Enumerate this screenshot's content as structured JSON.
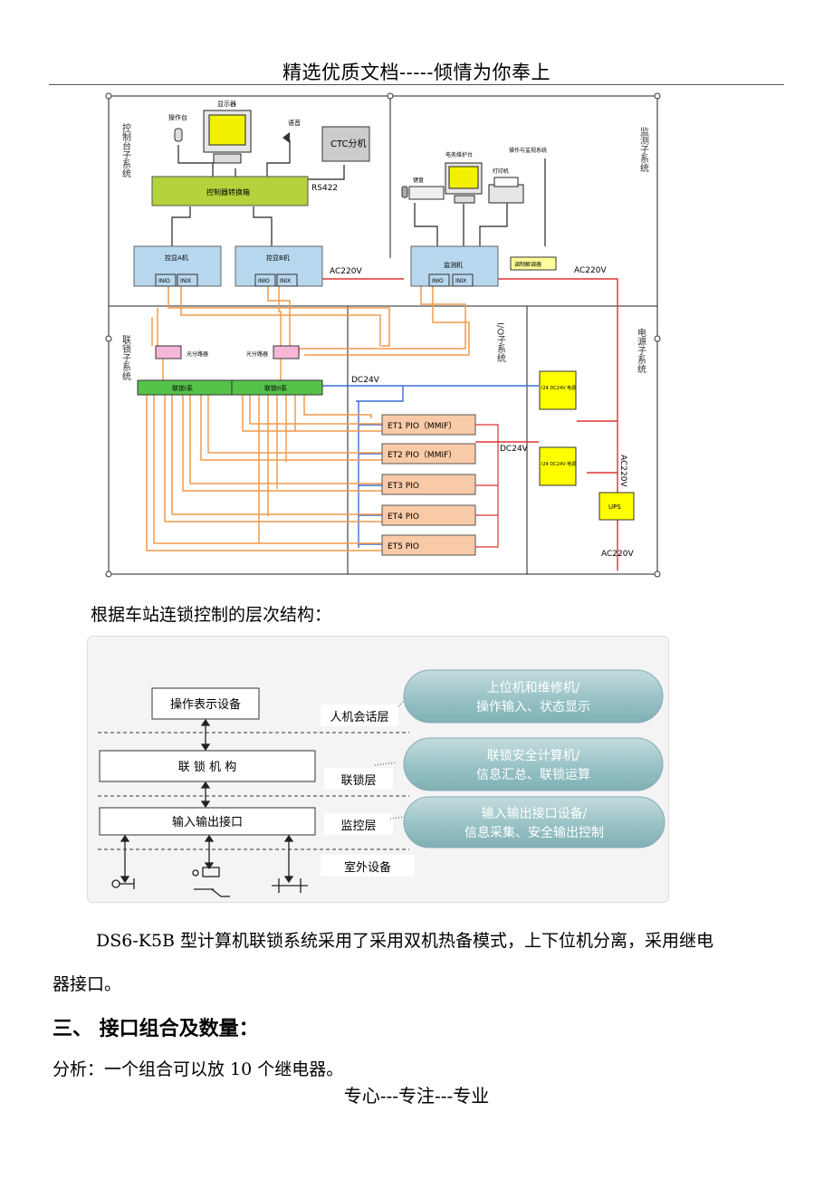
{
  "header": {
    "text": "精选优质文档-----倾情为你奉上"
  },
  "footer": {
    "text": "专心---专注---专业"
  },
  "figure1": {
    "subsystems": {
      "control": "控制台子系统",
      "monitor": "监测子系统",
      "interlock": "联锁子系统",
      "io": "I/O子系统",
      "power": "电源子系统"
    },
    "devices": {
      "operator_console": "操作台",
      "display": "显示器",
      "speaker": "语音",
      "ctc": "CTC分机",
      "kvm": "控制器转换箱",
      "rs422": "RS422",
      "host_a": "控显A机",
      "host_b": "控显B机",
      "monitor_pc": "监测机",
      "keyboard": "键盘",
      "maint_console": "电务维护台",
      "printer": "打印机",
      "remote": "操作与监视系统",
      "modem": "调制解调器",
      "splitter_1": "光分路器",
      "splitter_2": "光分路器",
      "ilk_1": "联锁I系",
      "ilk_2": "联锁II系",
      "port_io": "INIO",
      "port_ix": "INIX"
    },
    "io_units": [
      "ET1 PIO（MMIF）",
      "ET2 PIO（MMIF）",
      "ET3 PIO",
      "ET4 PIO",
      "ET5 PIO"
    ],
    "power": {
      "ac_1": "AC220V",
      "ac_2": "AC220V",
      "ac_vertical": "AC220V",
      "ac_bottom": "AC220V",
      "dc_1": "DC24V",
      "dc_2": "DC24V",
      "psu": "I24 DC24V 电源",
      "ups": "UPS"
    }
  },
  "caption": "根据车站连锁控制的层次结构：",
  "figure2": {
    "boxes": [
      "操作表示设备",
      "联 锁 机 构",
      "输入输出接口"
    ],
    "layers": [
      "人机会话层",
      "联锁层",
      "监控层",
      "室外设备"
    ],
    "bubbles": [
      {
        "line1": "上位机和维修机/",
        "line2": "操作输入、状态显示"
      },
      {
        "line1": "联锁安全计算机/",
        "line2": "信息汇总、联锁运算"
      },
      {
        "line1": "输入输出接口设备/",
        "line2": "信息采集、安全输出控制"
      }
    ]
  },
  "body": {
    "paragraph_line1": "DS6-K5B 型计算机联锁系统采用了采用双机热备模式，上下位机分离，采用继电",
    "paragraph_line2": "器接口。",
    "section_heading": "三、 接口组合及数量：",
    "analysis": "分析：一个组合可以放 10 个继电器。"
  },
  "colors": {
    "green_box": "#b4d23c",
    "blue_box": "#b7d7ee",
    "io_box": "#f9caa7",
    "fiber": "#f29a4b",
    "red_line": "#d33",
    "blue_line": "#3a6fd0",
    "yellow_box": "#ffff00",
    "pink_box": "#f6b6d7",
    "bubble": "#9cc4c7"
  }
}
